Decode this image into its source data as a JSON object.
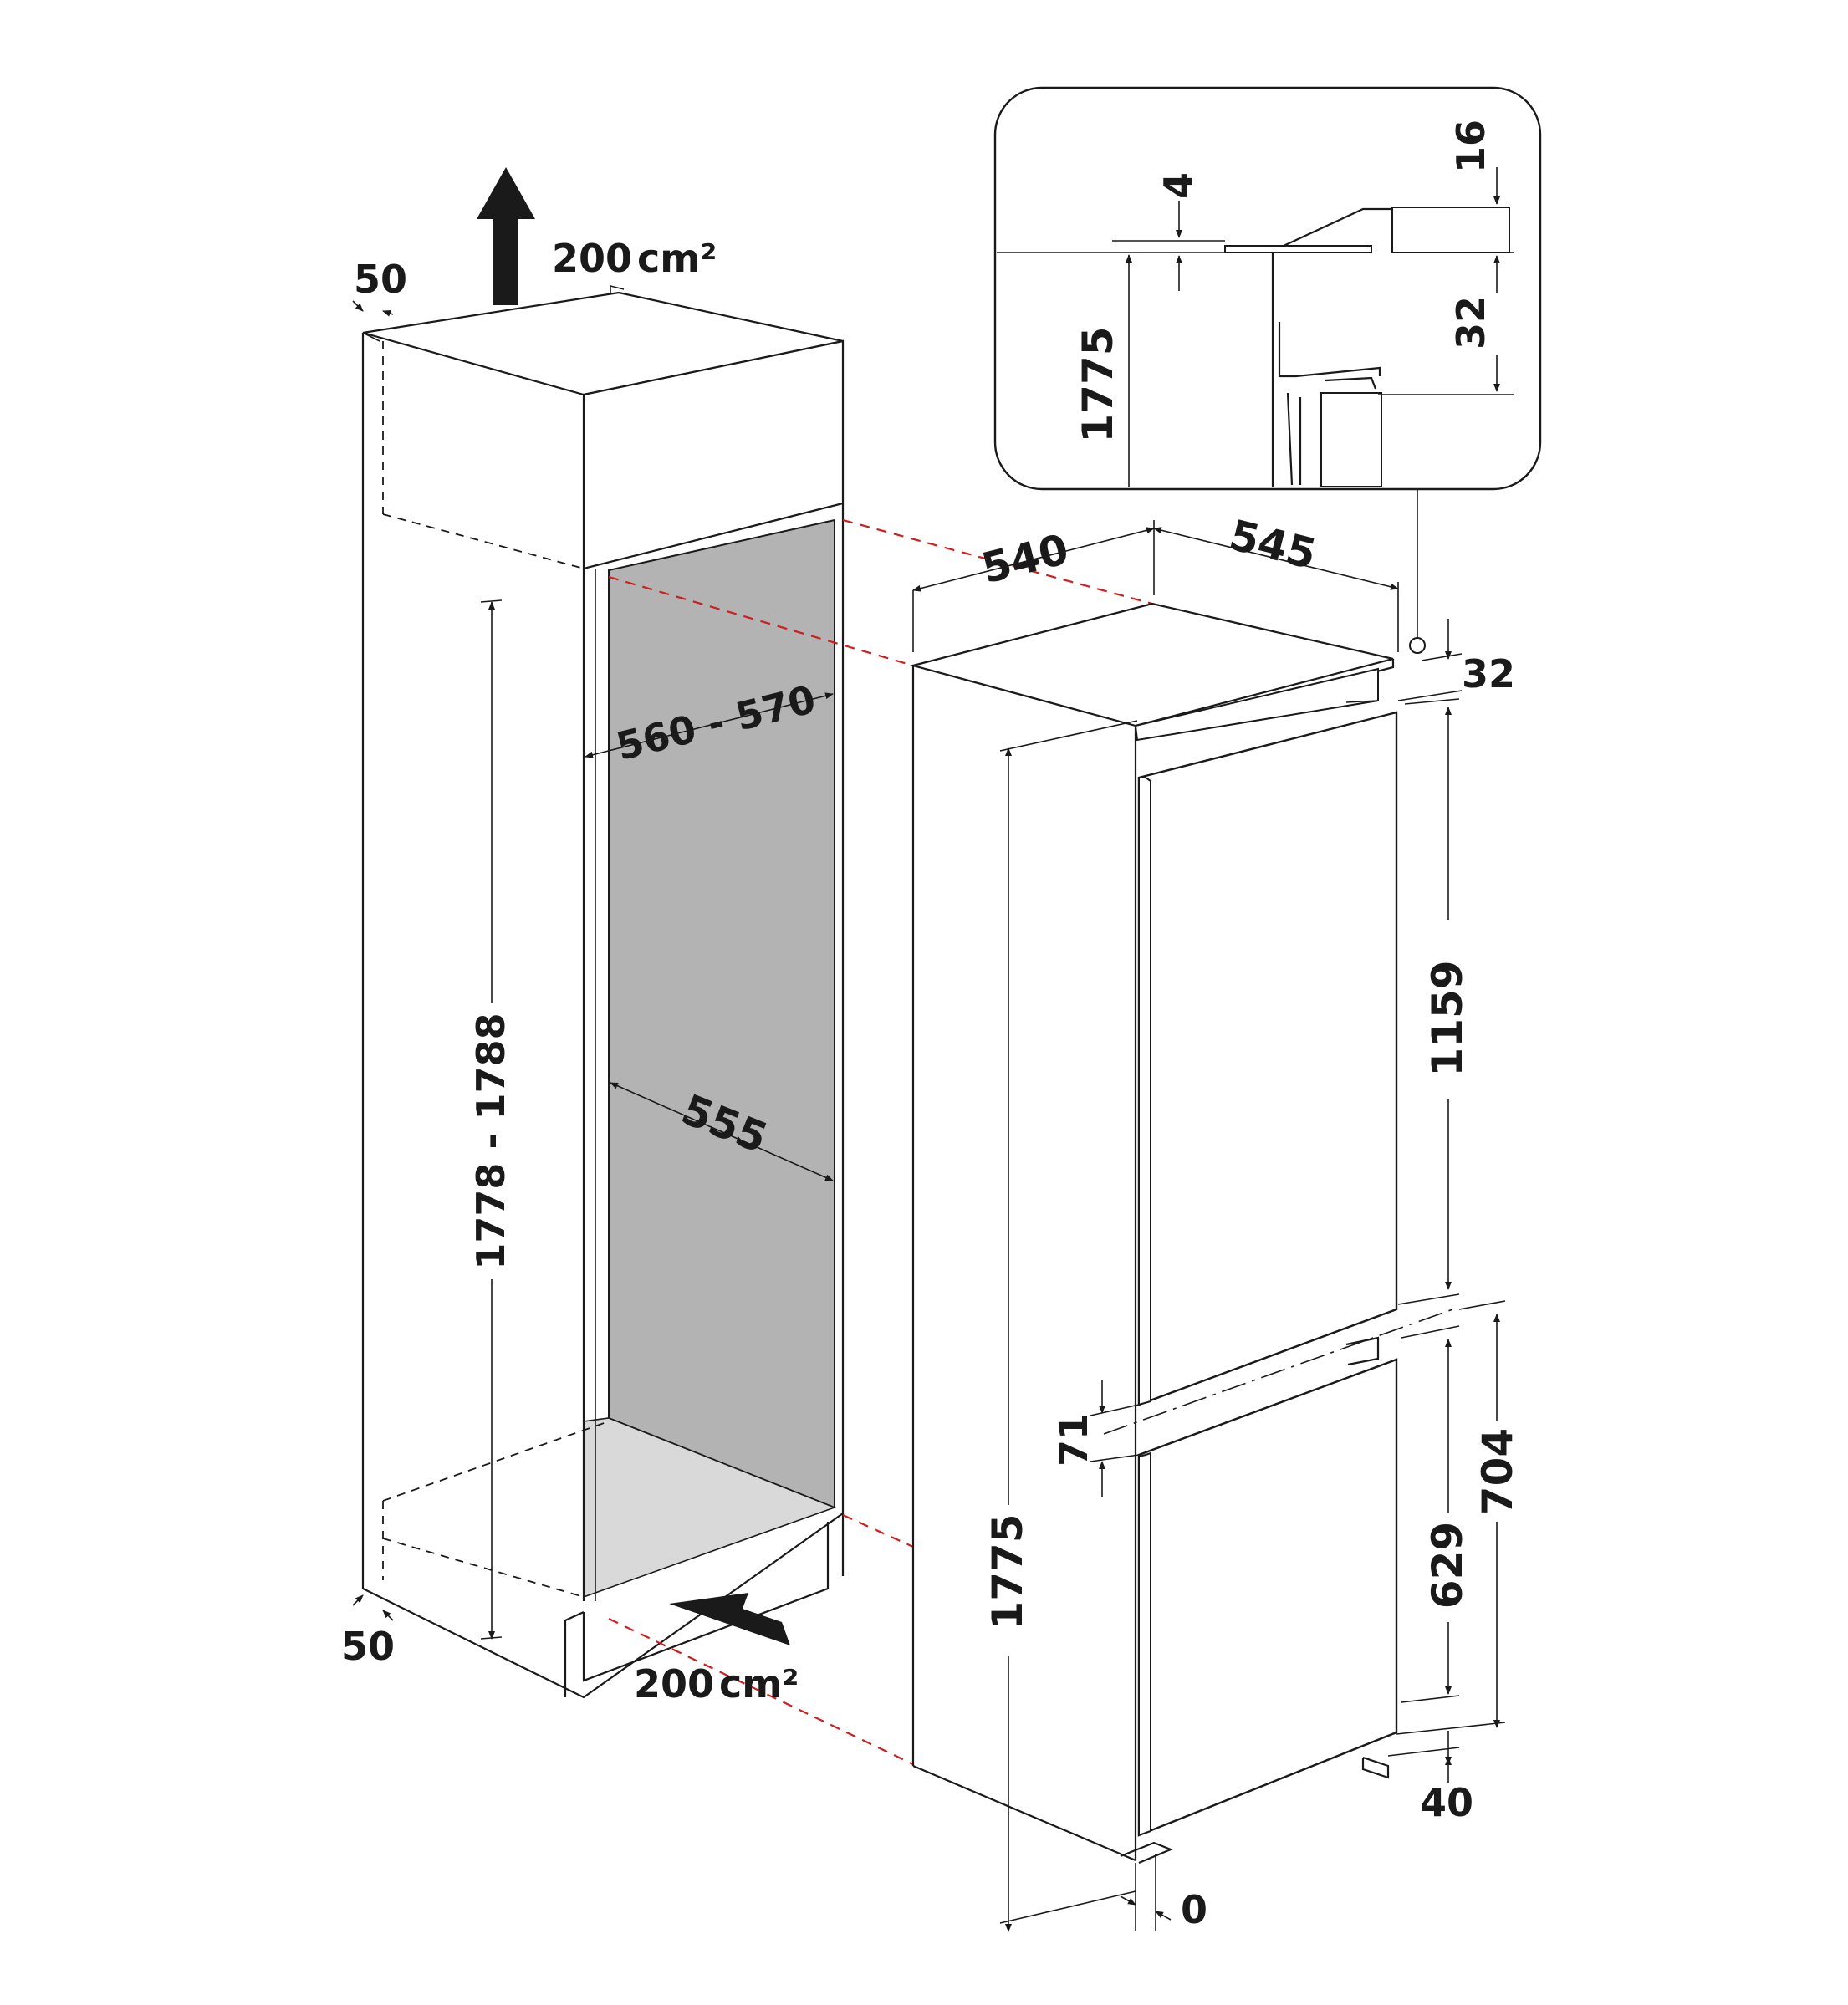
{
  "colors": {
    "line": "#1a1a1a",
    "alignment_guides": "#d01e1e",
    "niche_back_wall": "#b3b3b3",
    "niche_floor": "#d9d9d9",
    "background": "#ffffff"
  },
  "icons": {
    "airflow_top": "arrow-up-icon",
    "airflow_bottom": "arrow-diagonal-icon"
  },
  "ventilation": {
    "top": {
      "value": "200",
      "unit": "cm²"
    },
    "bottom": {
      "value": "200",
      "unit": "cm²"
    }
  },
  "niche": {
    "height": "1778 - 1788",
    "width": "560 - 570",
    "depth": "555",
    "top_offset": "50",
    "bottom_offset": "50"
  },
  "appliance": {
    "width": "540",
    "depth": "545",
    "top_gap": "32",
    "height": "1775",
    "upper_door": "1159",
    "door_gap": "71",
    "lower_door": "629",
    "lower_section": "704",
    "plinth": "40",
    "floor_gap": "0"
  },
  "detail": {
    "height": "1775",
    "gap_small": "4",
    "gap_top": "16",
    "gap_vertical": "32"
  }
}
